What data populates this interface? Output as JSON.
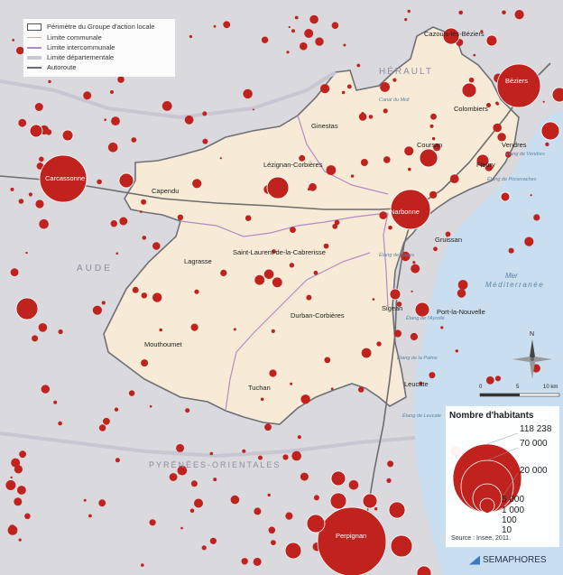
{
  "legend": {
    "items": [
      {
        "label": "Périmètre du Groupe d'action locale",
        "kind": "box"
      },
      {
        "label": "Limite communale",
        "kind": "line",
        "color": "#c7b49e"
      },
      {
        "label": "Limite intercommunale",
        "kind": "line",
        "color": "#b38bc4"
      },
      {
        "label": "Limite départementale",
        "kind": "line",
        "color": "#c8c6d2"
      },
      {
        "label": "Autoroute",
        "kind": "line",
        "color": "#6d6d6d"
      }
    ]
  },
  "size_legend": {
    "title": "Nombre d'habitants",
    "values": [
      "118 238",
      "70 000",
      "20 000",
      "5 000",
      "1 000",
      "100",
      "10"
    ],
    "source": "Source : Insee, 2011."
  },
  "scale": {
    "labels": [
      "0",
      "5",
      "10 km"
    ]
  },
  "compass": {
    "label": "N"
  },
  "logo": {
    "text": "SEMAPHORES"
  },
  "regions": [
    {
      "label": "HÉRAULT"
    },
    {
      "label": "AUDE"
    },
    {
      "label": "PYRÉNÉES-ORIENTALES"
    }
  ],
  "sea": {
    "line1": "Mer",
    "line2": "Méditerranée"
  },
  "water_labels": [
    {
      "text": "Canal du Midi"
    },
    {
      "text": "Étang de Vendres"
    },
    {
      "text": "Étang de Pissevaches"
    },
    {
      "text": "Étang de Bages"
    },
    {
      "text": "Étang de l'Ayrolle"
    },
    {
      "text": "Étang de la Palme"
    },
    {
      "text": "Étang de Leucate"
    }
  ],
  "places": [
    {
      "name": "Cazouls-lès-Béziers"
    },
    {
      "name": "Béziers"
    },
    {
      "name": "Colombiers"
    },
    {
      "name": "Ginestas"
    },
    {
      "name": "Vendres"
    },
    {
      "name": "Coursan"
    },
    {
      "name": "Fleury"
    },
    {
      "name": "Carcassonne"
    },
    {
      "name": "Lézignan-Corbières"
    },
    {
      "name": "Capendu"
    },
    {
      "name": "Narbonne"
    },
    {
      "name": "Gruissan"
    },
    {
      "name": "Lagrasse"
    },
    {
      "name": "Saint-Laurent-de-la-Cabrerisse"
    },
    {
      "name": "Sigean"
    },
    {
      "name": "Port-la-Nouvelle"
    },
    {
      "name": "Durban-Corbières"
    },
    {
      "name": "Mouthoumet"
    },
    {
      "name": "Tuchan"
    },
    {
      "name": "Leucate"
    },
    {
      "name": "Perpignan"
    }
  ],
  "colors": {
    "land": "#d9d9de",
    "gal": "#f7ebd7",
    "sea": "#c9dff0",
    "dot": "#c0231e",
    "border": "#6f6f78"
  }
}
